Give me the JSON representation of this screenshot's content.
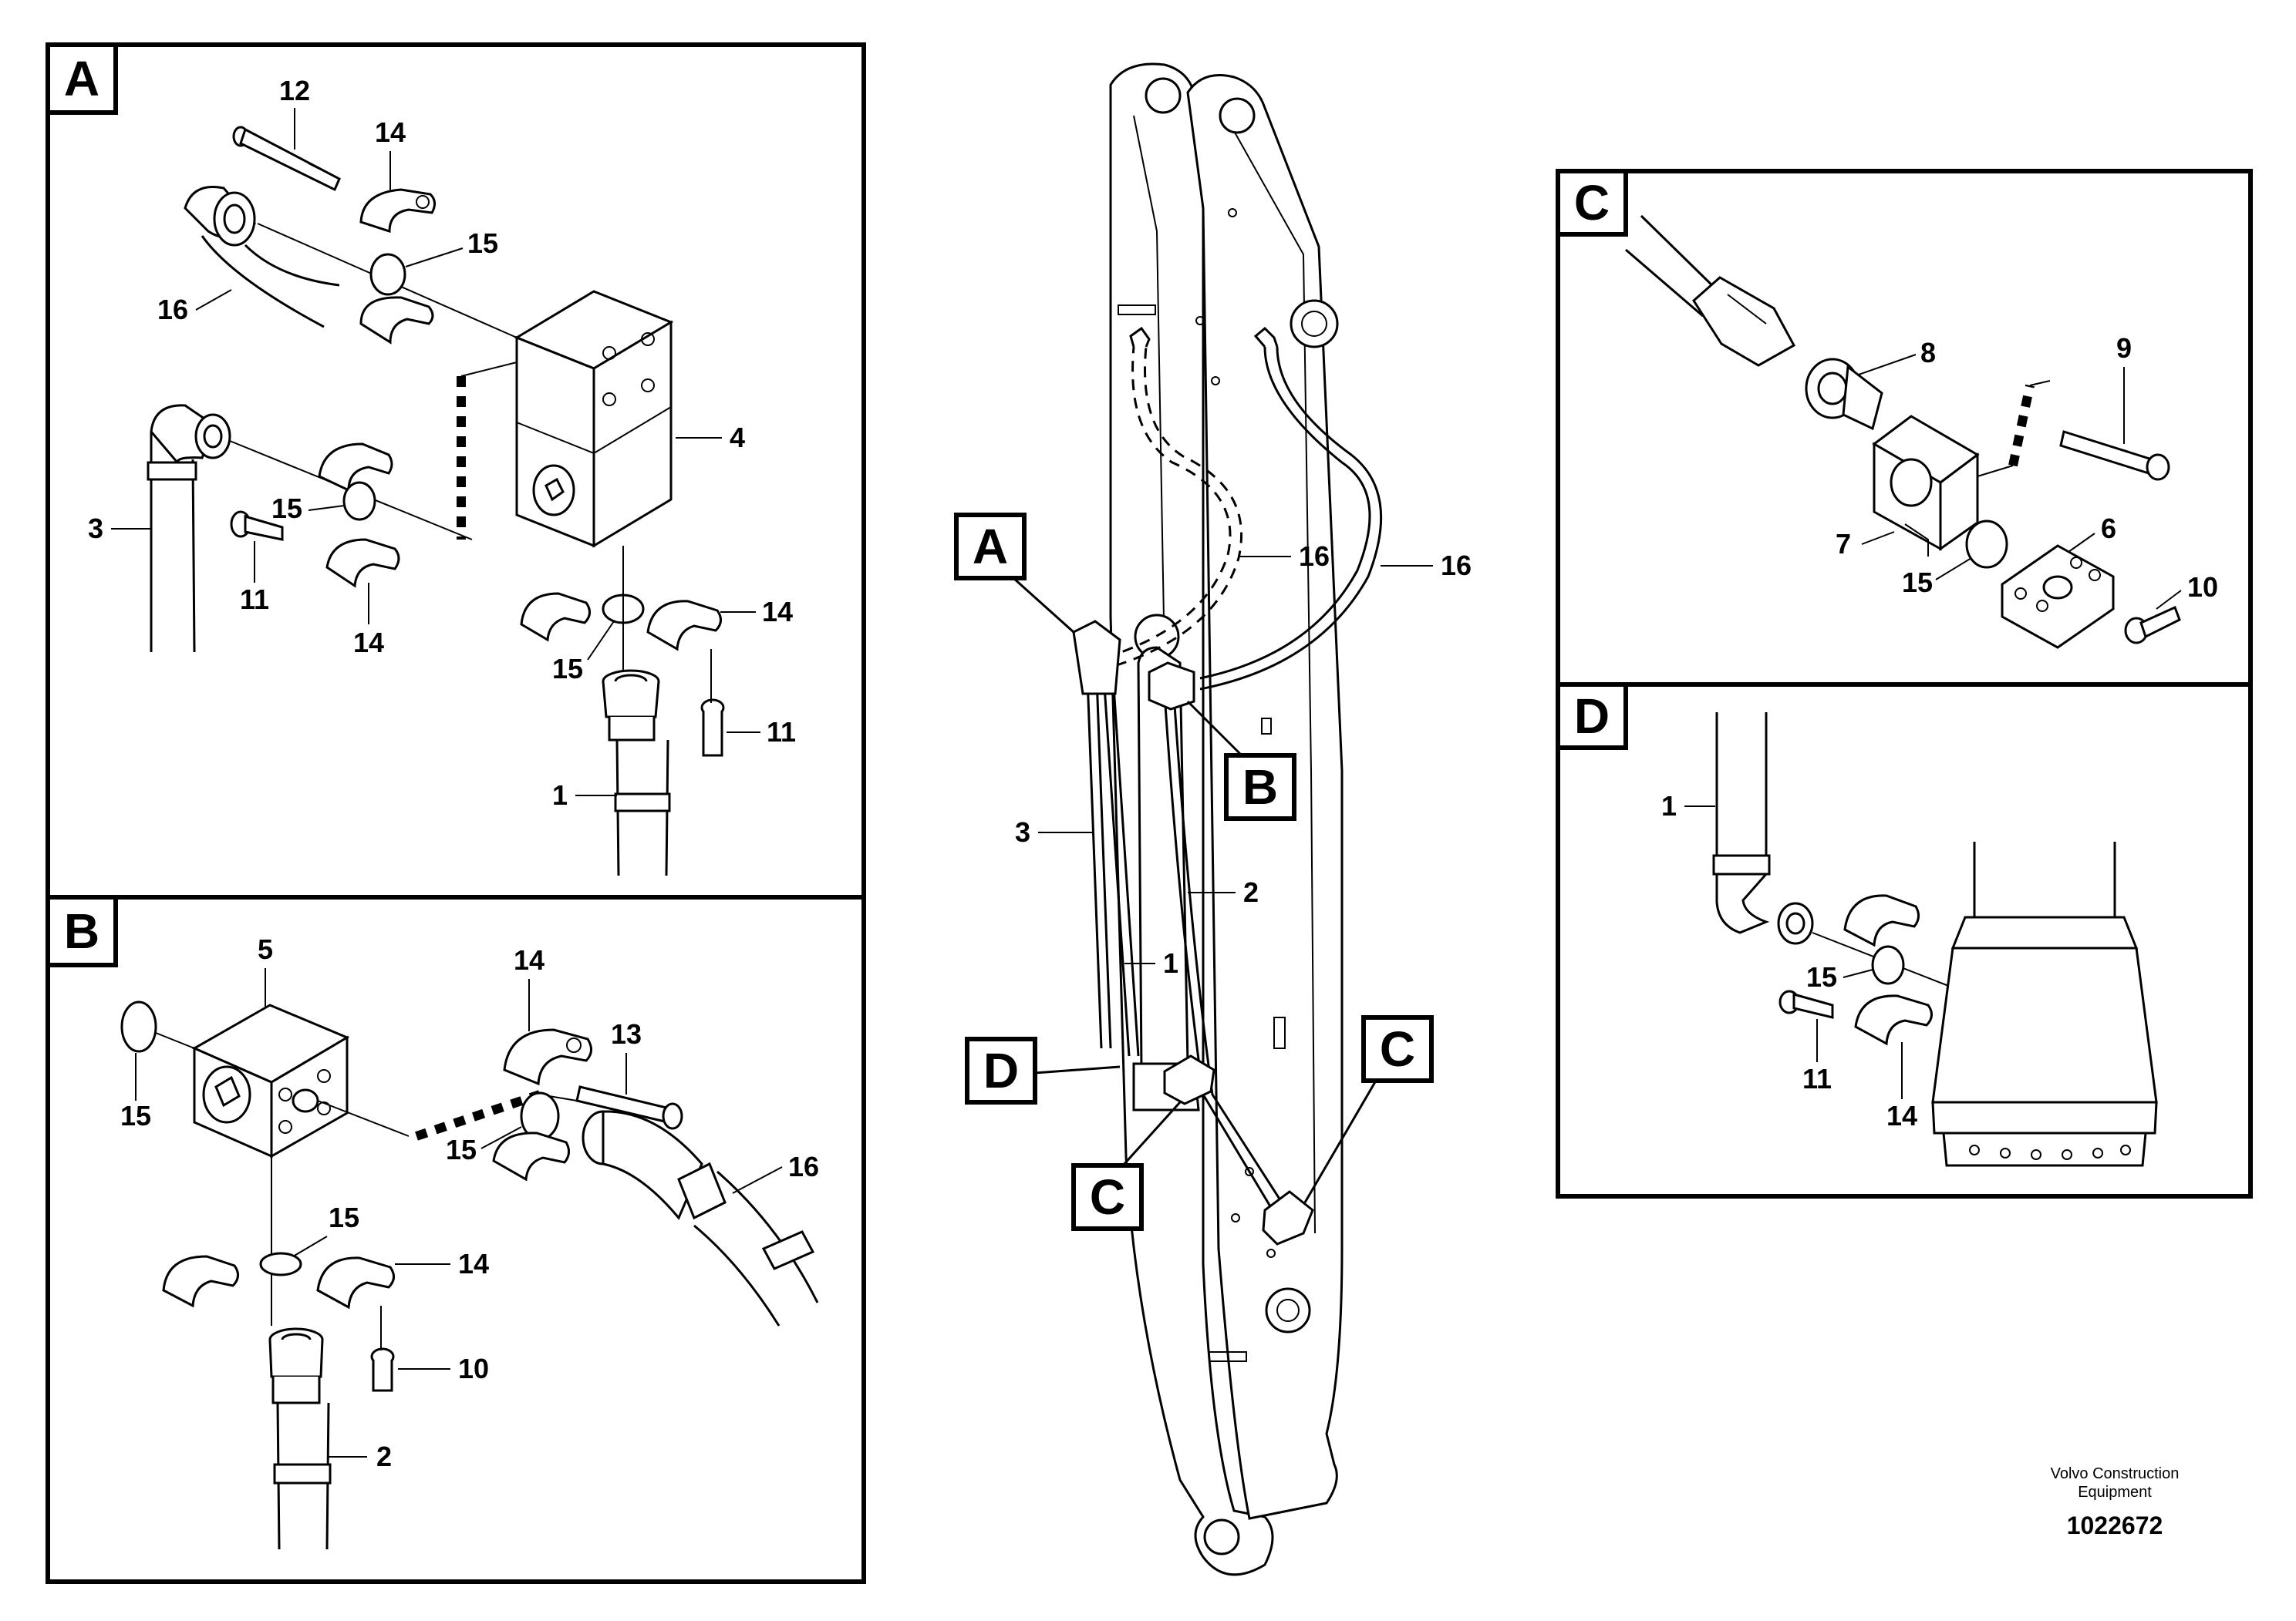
{
  "panels": {
    "A": {
      "tag": "A",
      "callouts": {
        "c12": "12",
        "c14_top": "14",
        "c15_top": "15",
        "c16": "16",
        "c4": "4",
        "c3": "3",
        "c15_mid": "15",
        "c11_left": "11",
        "c14_left": "14",
        "c14_right": "14",
        "c15_low": "15",
        "c11_right": "11",
        "c1": "1"
      }
    },
    "B": {
      "tag": "B",
      "callouts": {
        "c5": "5",
        "c15_left": "15",
        "c14_top": "14",
        "c13": "13",
        "c15_mid": "15",
        "c16": "16",
        "c15_low": "15",
        "c14_low": "14",
        "c10": "10",
        "c2": "2"
      }
    },
    "C": {
      "tag": "C",
      "callouts": {
        "c8": "8",
        "c9": "9",
        "c7": "7",
        "c6": "6",
        "c15": "15",
        "c10": "10"
      }
    },
    "D": {
      "tag": "D",
      "callouts": {
        "c1": "1",
        "c15": "15",
        "c11": "11",
        "c14": "14"
      }
    }
  },
  "boom": {
    "tags": {
      "A": "A",
      "B": "B",
      "C_left": "C",
      "C_right": "C",
      "D": "D"
    },
    "callouts": {
      "c16_dashed": "16",
      "c16_solid": "16",
      "c3": "3",
      "c2": "2",
      "c1": "1"
    }
  },
  "footer": {
    "brand_line1": "Volvo Construction",
    "brand_line2": "Equipment",
    "doc_number": "1022672"
  }
}
